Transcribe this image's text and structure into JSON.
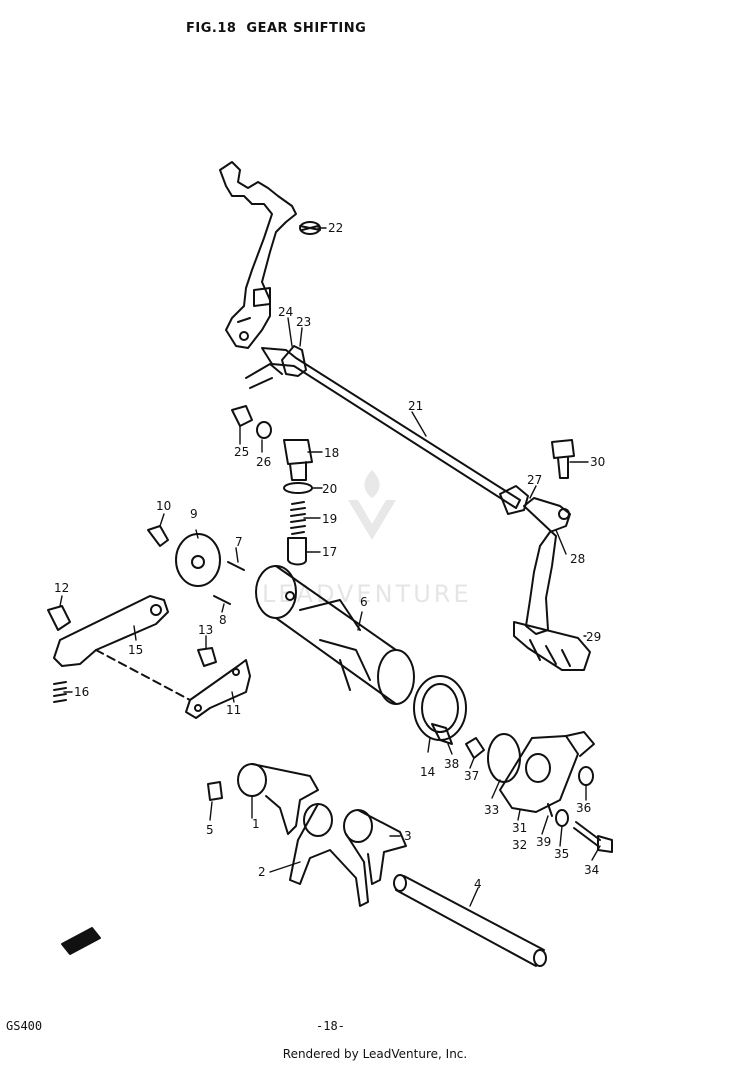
{
  "header": {
    "fig_label": "FIG.18",
    "title": "GEAR SHIFTING"
  },
  "footer": {
    "model": "GS400",
    "page_number": "-18-",
    "rendered_by": "Rendered by LeadVenture, Inc."
  },
  "watermark": {
    "text": "LEADVENTURE",
    "color": "#e3e3e3"
  },
  "callouts": [
    "1",
    "2",
    "3",
    "4",
    "5",
    "6",
    "7",
    "8",
    "9",
    "10",
    "11",
    "12",
    "13",
    "14",
    "15",
    "16",
    "17",
    "18",
    "19",
    "20",
    "21",
    "22",
    "23",
    "24",
    "25",
    "26",
    "27",
    "28",
    "29",
    "30",
    "31",
    "32",
    "33",
    "34",
    "35",
    "36",
    "37",
    "38",
    "39"
  ]
}
